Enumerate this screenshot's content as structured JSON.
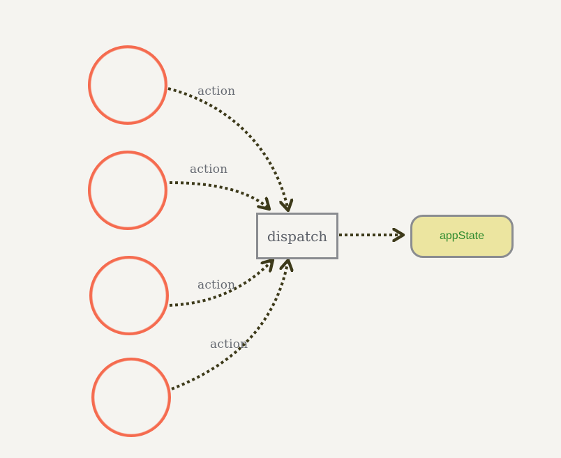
{
  "diagram": {
    "type": "flow",
    "sources": [
      {
        "id": "source-1",
        "edge_label": "action"
      },
      {
        "id": "source-2",
        "edge_label": "action"
      },
      {
        "id": "source-3",
        "edge_label": "action"
      },
      {
        "id": "source-4",
        "edge_label": "action"
      }
    ],
    "dispatch": {
      "label": "dispatch"
    },
    "target": {
      "label": "appState"
    },
    "colors": {
      "background": "#f5f4f0",
      "circle_stroke": "#f56b4f",
      "arrow": "#3d3a1a",
      "box_border": "#8a8c90",
      "appstate_fill": "#ece5a0",
      "appstate_text": "#2e8b2e",
      "label_text": "#666a72"
    }
  }
}
